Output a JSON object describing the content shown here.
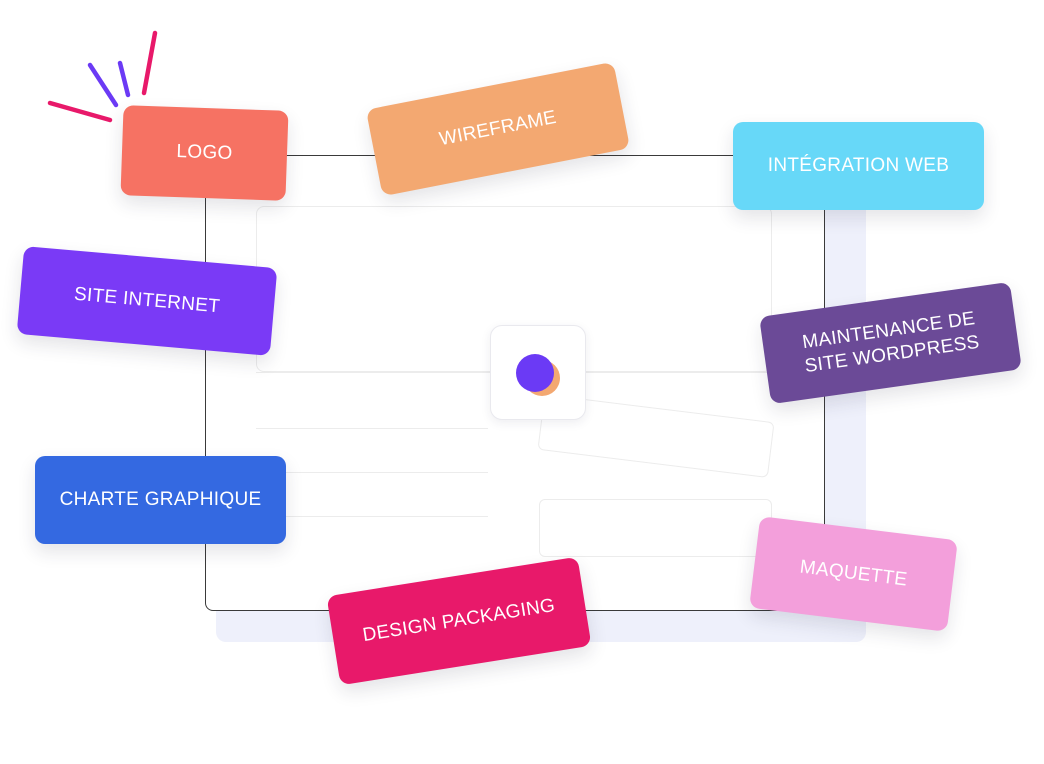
{
  "tags": {
    "logo": {
      "label": "LOGO",
      "color": "#f67263"
    },
    "wireframe": {
      "label": "WIREFRAME",
      "color": "#f3a871"
    },
    "integration": {
      "label": "INTÉGRATION WEB",
      "color": "#67d8f8"
    },
    "site_internet": {
      "label": "SITE INTERNET",
      "color": "#7a3af6"
    },
    "maintenance": {
      "label": "MAINTENANCE DE SITE WORDPRESS",
      "color": "#6b4a97"
    },
    "charte": {
      "label": "CHARTE GRAPHIQUE",
      "color": "#3469e1"
    },
    "maquette": {
      "label": "MAQUETTE",
      "color": "#f39fdb"
    },
    "packaging": {
      "label": "DESIGN PACKAGING",
      "color": "#e8196a"
    }
  },
  "icons": {
    "center_dot_front": "#6b3af5",
    "center_dot_back": "#f3a871",
    "spark_blue": "#6b3af5",
    "spark_pink": "#e8196a"
  }
}
